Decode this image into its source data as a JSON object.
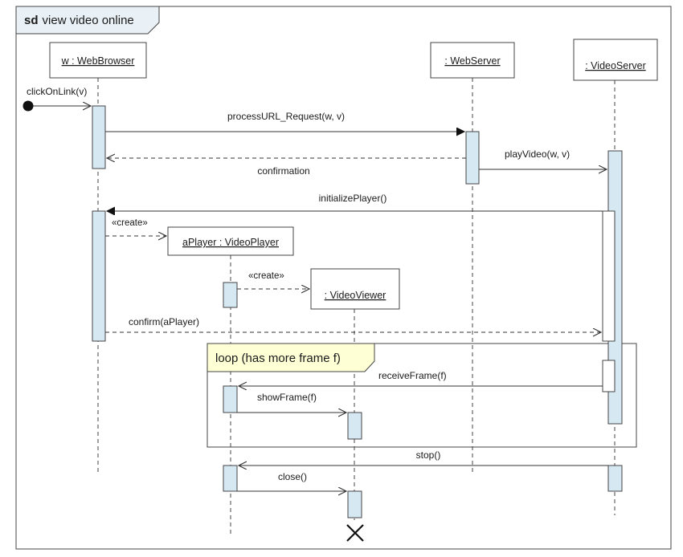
{
  "frame": {
    "keyword": "sd",
    "title": "view video online"
  },
  "lifelines": [
    {
      "id": "browser",
      "label": "w : WebBrowser"
    },
    {
      "id": "webserver",
      "label": ": WebServer"
    },
    {
      "id": "videoserver",
      "label": ": VideoServer"
    },
    {
      "id": "player",
      "label": "aPlayer : VideoPlayer"
    },
    {
      "id": "viewer",
      "label": ": VideoViewer"
    }
  ],
  "messages": [
    {
      "label": "clickOnLink(v)",
      "kind": "found"
    },
    {
      "label": "processURL_Request(w, v)",
      "kind": "sync"
    },
    {
      "label": "confirmation",
      "kind": "reply"
    },
    {
      "label": "playVideo(w, v)",
      "kind": "async"
    },
    {
      "label": "initializePlayer()",
      "kind": "sync"
    },
    {
      "label": "«create»",
      "kind": "create"
    },
    {
      "label": "«create»",
      "kind": "create"
    },
    {
      "label": "confirm(aPlayer)",
      "kind": "reply"
    },
    {
      "label": "receiveFrame(f)",
      "kind": "async"
    },
    {
      "label": "showFrame(f)",
      "kind": "async"
    },
    {
      "label": "stop()",
      "kind": "async"
    },
    {
      "label": "close()",
      "kind": "async"
    }
  ],
  "loop": {
    "label": "loop (has more frame f)"
  },
  "colors": {
    "activation_fill": "#d6e9f3",
    "loop_label_fill": "#ffffd6",
    "frame_tab_fill": "#e9f1f6",
    "line": "#333333"
  },
  "icons": {
    "destroy": "x-destruction-icon",
    "found": "found-message-dot-icon"
  }
}
